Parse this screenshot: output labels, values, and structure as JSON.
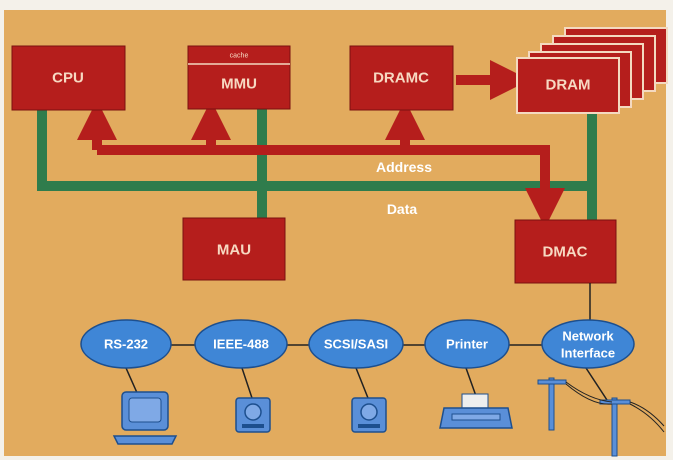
{
  "colors": {
    "background": "#e2ab5e",
    "block": "#b51e1c",
    "block_stroke": "#7a1010",
    "address_bus": "#b51e1c",
    "data_bus": "#2f7c4c",
    "port": "#3f86d6",
    "port_stroke": "#1d4f8e",
    "device": "#5a8fd8",
    "wire": "#222222"
  },
  "blocks": {
    "cpu": "CPU",
    "mmu": "MMU",
    "mmu_cache": "cache",
    "dramc": "DRAMC",
    "dram": "DRAM",
    "mau": "MAU",
    "dmac": "DMAC"
  },
  "buses": {
    "address": "Address",
    "data": "Data"
  },
  "ports": {
    "rs232": "RS-232",
    "ieee488": "IEEE-488",
    "scsi": "SCSI/SASI",
    "printer": "Printer",
    "network_line1": "Network",
    "network_line2": "Interface"
  },
  "devices": {
    "rs232": "terminal-icon",
    "ieee488": "instrument-icon",
    "scsi": "disk-drive-icon",
    "printer": "printer-icon",
    "network": "utility-pole-icon"
  }
}
